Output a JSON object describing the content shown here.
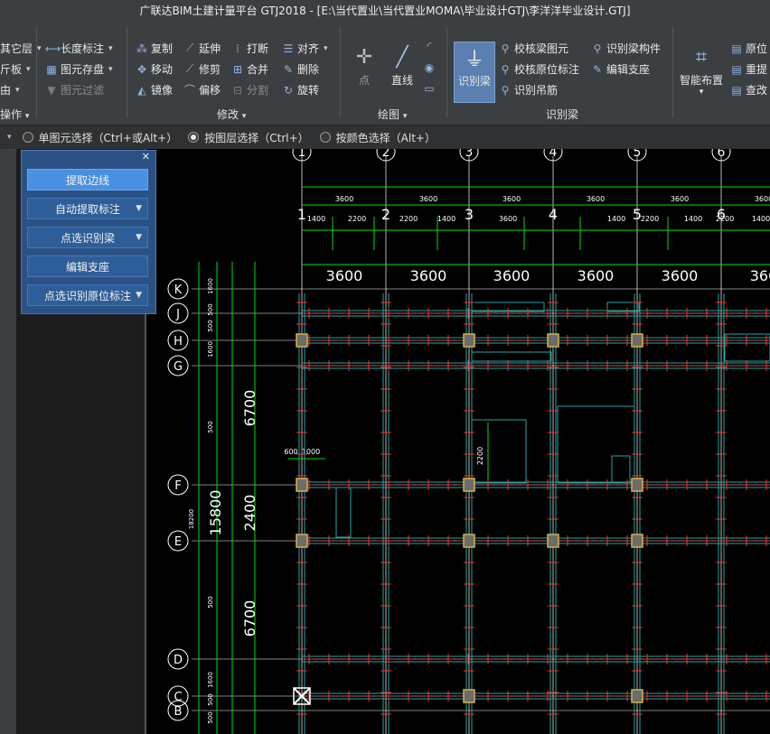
{
  "window": {
    "title": "广联达BIM土建计量平台 GTJ2018 - [E:\\当代置业\\当代置业MOMA\\毕业设计GTJ\\李洋洋毕业设计.GTJ]"
  },
  "ribbon": {
    "partial_left": {
      "items": [
        "其它层",
        "斤板",
        "由"
      ],
      "group_label": "操作"
    },
    "group_common": {
      "items": [
        {
          "label": "长度标注",
          "icon": "dimension-icon"
        },
        {
          "label": "图元存盘",
          "icon": "save-element-icon"
        },
        {
          "label": "图元过滤",
          "icon": "filter-icon"
        }
      ]
    },
    "group_modify": {
      "label": "修改",
      "items": [
        {
          "label": "复制",
          "icon": "copy-icon"
        },
        {
          "label": "延伸",
          "icon": "extend-icon"
        },
        {
          "label": "打断",
          "icon": "break-icon"
        },
        {
          "label": "对齐",
          "icon": "align-icon"
        },
        {
          "label": "移动",
          "icon": "move-icon"
        },
        {
          "label": "修剪",
          "icon": "trim-icon"
        },
        {
          "label": "合并",
          "icon": "merge-icon"
        },
        {
          "label": "删除",
          "icon": "delete-icon"
        },
        {
          "label": "镜像",
          "icon": "mirror-icon"
        },
        {
          "label": "偏移",
          "icon": "offset-icon"
        },
        {
          "label": "分割",
          "icon": "split-icon"
        },
        {
          "label": "旋转",
          "icon": "rotate-icon"
        }
      ]
    },
    "group_draw": {
      "label": "绘图",
      "items": [
        {
          "label": "点",
          "icon": "point-icon"
        },
        {
          "label": "直线",
          "icon": "line-icon"
        }
      ]
    },
    "group_beam": {
      "label": "识别梁",
      "big_label": "识别梁",
      "items": [
        {
          "label": "校核梁图元",
          "icon": "check-beam-icon"
        },
        {
          "label": "识别梁构件",
          "icon": "beam-component-icon"
        },
        {
          "label": "校核原位标注",
          "icon": "check-annotation-icon"
        },
        {
          "label": "编辑支座",
          "icon": "edit-support-icon"
        },
        {
          "label": "识别吊筋",
          "icon": "hanger-icon"
        }
      ]
    },
    "group_smart": {
      "big_label": "智能布置",
      "items": [
        {
          "label": "原位",
          "icon": "inplace-icon"
        },
        {
          "label": "重提",
          "icon": "re-extract-icon"
        },
        {
          "label": "查改",
          "icon": "check-modify-icon"
        }
      ]
    }
  },
  "selection_bar": {
    "options": [
      {
        "label": "单图元选择（Ctrl+或Alt+）",
        "selected": false
      },
      {
        "label": "按图层选择（Ctrl+）",
        "selected": true
      },
      {
        "label": "按颜色选择（Alt+）",
        "selected": false
      }
    ]
  },
  "float_panel": {
    "buttons": [
      {
        "label": "提取边线",
        "dropdown": false,
        "primary": true
      },
      {
        "label": "自动提取标注",
        "dropdown": true
      },
      {
        "label": "点选识别梁",
        "dropdown": true
      },
      {
        "label": "编辑支座",
        "dropdown": false
      },
      {
        "label": "点选识别原位标注",
        "dropdown": true
      }
    ]
  },
  "drawing": {
    "x_axes": [
      "1",
      "2",
      "3",
      "4",
      "5",
      "6"
    ],
    "top_dims": [
      "3600",
      "3600",
      "3600",
      "3600",
      "3600",
      "3600"
    ],
    "sub_dims": [
      "1400",
      "2200",
      "2200",
      "1400",
      "3600",
      "1400",
      "2200",
      "1400",
      "2200",
      "1400"
    ],
    "big_dims": [
      "3600",
      "3600",
      "3600",
      "3600",
      "3600",
      "360"
    ],
    "y_axes": [
      "K",
      "J",
      "H",
      "G",
      "F",
      "E",
      "D",
      "C",
      "B"
    ],
    "left_big_dims": [
      "6700",
      "2400",
      "6700"
    ],
    "left_total": "15800",
    "left_small_dims": [
      "1600",
      "500",
      "500",
      "1600",
      "500",
      "18200",
      "500",
      "1600",
      "500",
      "500"
    ],
    "note_dims": [
      "600",
      "1000",
      "2200"
    ],
    "colors": {
      "grid": "#ffffff",
      "dim": "#00e000",
      "beam": "#2aa5a5",
      "rebar": "#ff2b2b",
      "column": "#d4b24a"
    }
  }
}
